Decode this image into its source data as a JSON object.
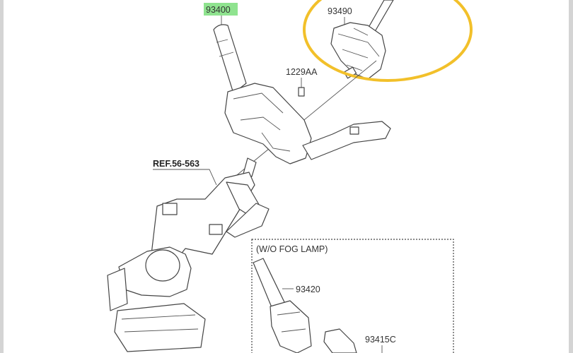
{
  "diagram": {
    "labels": {
      "main_switch": "93400",
      "clock_spring": "93490",
      "bolt": "1229AA",
      "reference": "REF.56-563",
      "variant_box_title": "(W/O FOG LAMP)",
      "wiper_switch": "93420",
      "connector": "93415C"
    },
    "colors": {
      "highlight": "#8fe38f",
      "circle_annotation": "#f2c02a",
      "line": "#444444"
    }
  }
}
